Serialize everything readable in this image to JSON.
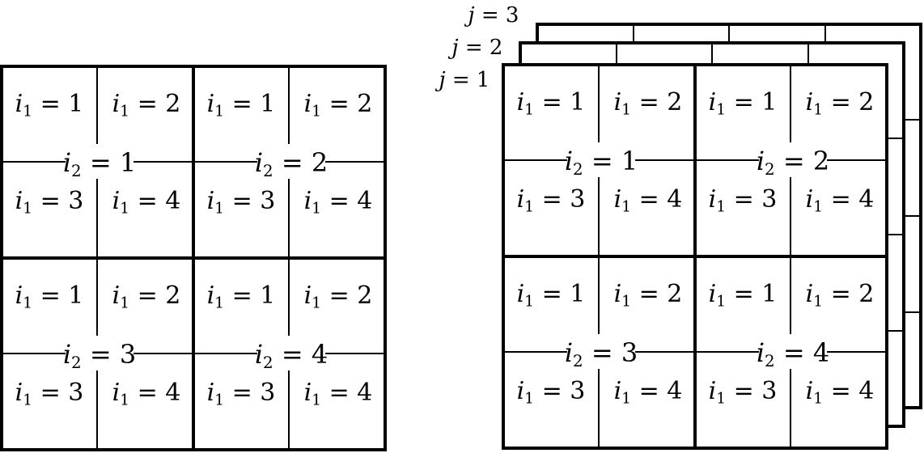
{
  "var_i1": "i",
  "sub_i1": "1",
  "var_i2": "i",
  "sub_i2": "2",
  "var_j": "j",
  "eq": "=",
  "i1_values": [
    "1",
    "2",
    "3",
    "4"
  ],
  "i2_values": [
    "1",
    "2",
    "3",
    "4"
  ],
  "j_values": [
    "1",
    "2",
    "3"
  ],
  "colors": {
    "line": "#000000",
    "background": "#ffffff"
  }
}
